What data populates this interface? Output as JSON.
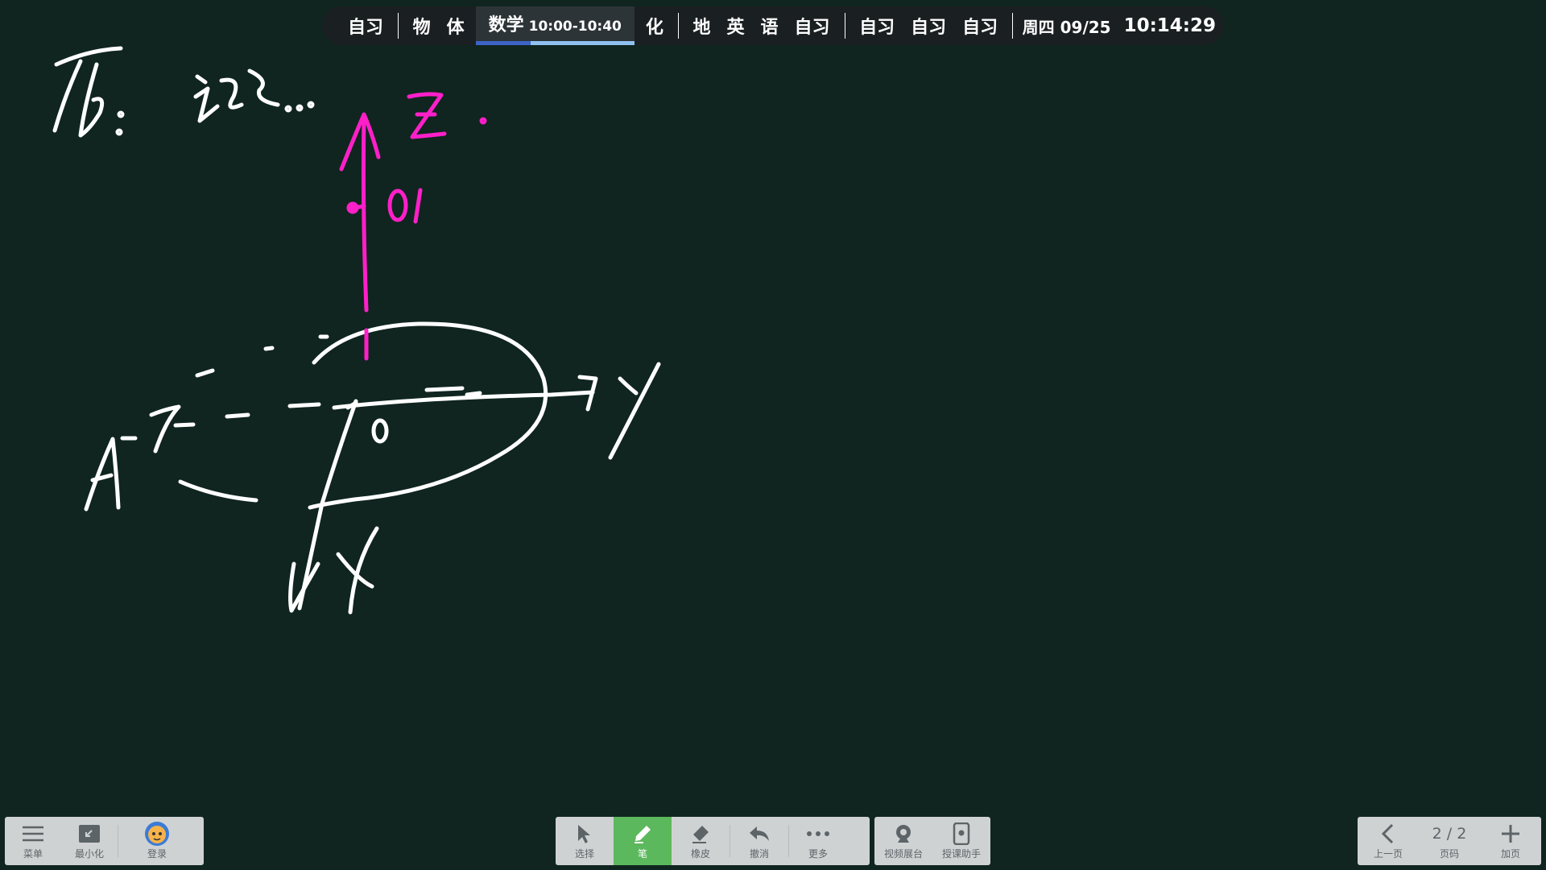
{
  "schedule": {
    "slots": [
      "自习",
      "物",
      "体",
      "数学",
      "化",
      "地",
      "英",
      "语",
      "自习",
      "自习",
      "自习",
      "自习"
    ],
    "current_time": "10:00-10:40",
    "date": "周四 09/25",
    "clock": "10:14:29"
  },
  "board": {
    "handwriting": {
      "title": "%;",
      "title_rest": "设Σ..",
      "z_label": "Z",
      "o1_label": "O1",
      "o_label": "O",
      "y_label": "y",
      "x_label": "X",
      "a_label": "A"
    },
    "ink_colors": {
      "white": "#ffffff",
      "magenta": "#ff1fc9"
    }
  },
  "toolbar_left": {
    "menu": "菜单",
    "minimize": "最小化",
    "login": "登录"
  },
  "toolbar_center": {
    "select": "选择",
    "pen": "笔",
    "eraser": "橡皮",
    "undo": "撤消",
    "more": "更多"
  },
  "toolbar_extra": {
    "visualizer": "视频展台",
    "assistant": "授课助手"
  },
  "toolbar_right": {
    "prev": "上一页",
    "page": "2 / 2",
    "page_label": "页码",
    "add": "加页"
  },
  "colors": {
    "board_bg": "#10251f",
    "bar_bg": "#1a1f22",
    "toolbar_bg": "#cfd2d3",
    "active_tool": "#5cb85c"
  }
}
